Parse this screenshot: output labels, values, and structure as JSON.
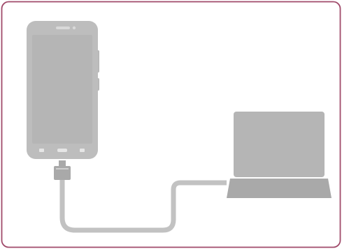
{
  "diagram": {
    "elements": [
      {
        "name": "smartphone",
        "icon": "smartphone-icon"
      },
      {
        "name": "usb-cable",
        "icon": "usb-cable-icon"
      },
      {
        "name": "laptop",
        "icon": "laptop-icon"
      }
    ],
    "colors": {
      "frame_border": "#a04a6a",
      "frame_fill": "#ffffff",
      "device_gray": "#bdbdbd",
      "device_dark": "#a9a9a9",
      "screen_gray": "#b5b5b5",
      "cable_gray": "#c2c2c2",
      "highlight": "#d9d9d9"
    }
  }
}
